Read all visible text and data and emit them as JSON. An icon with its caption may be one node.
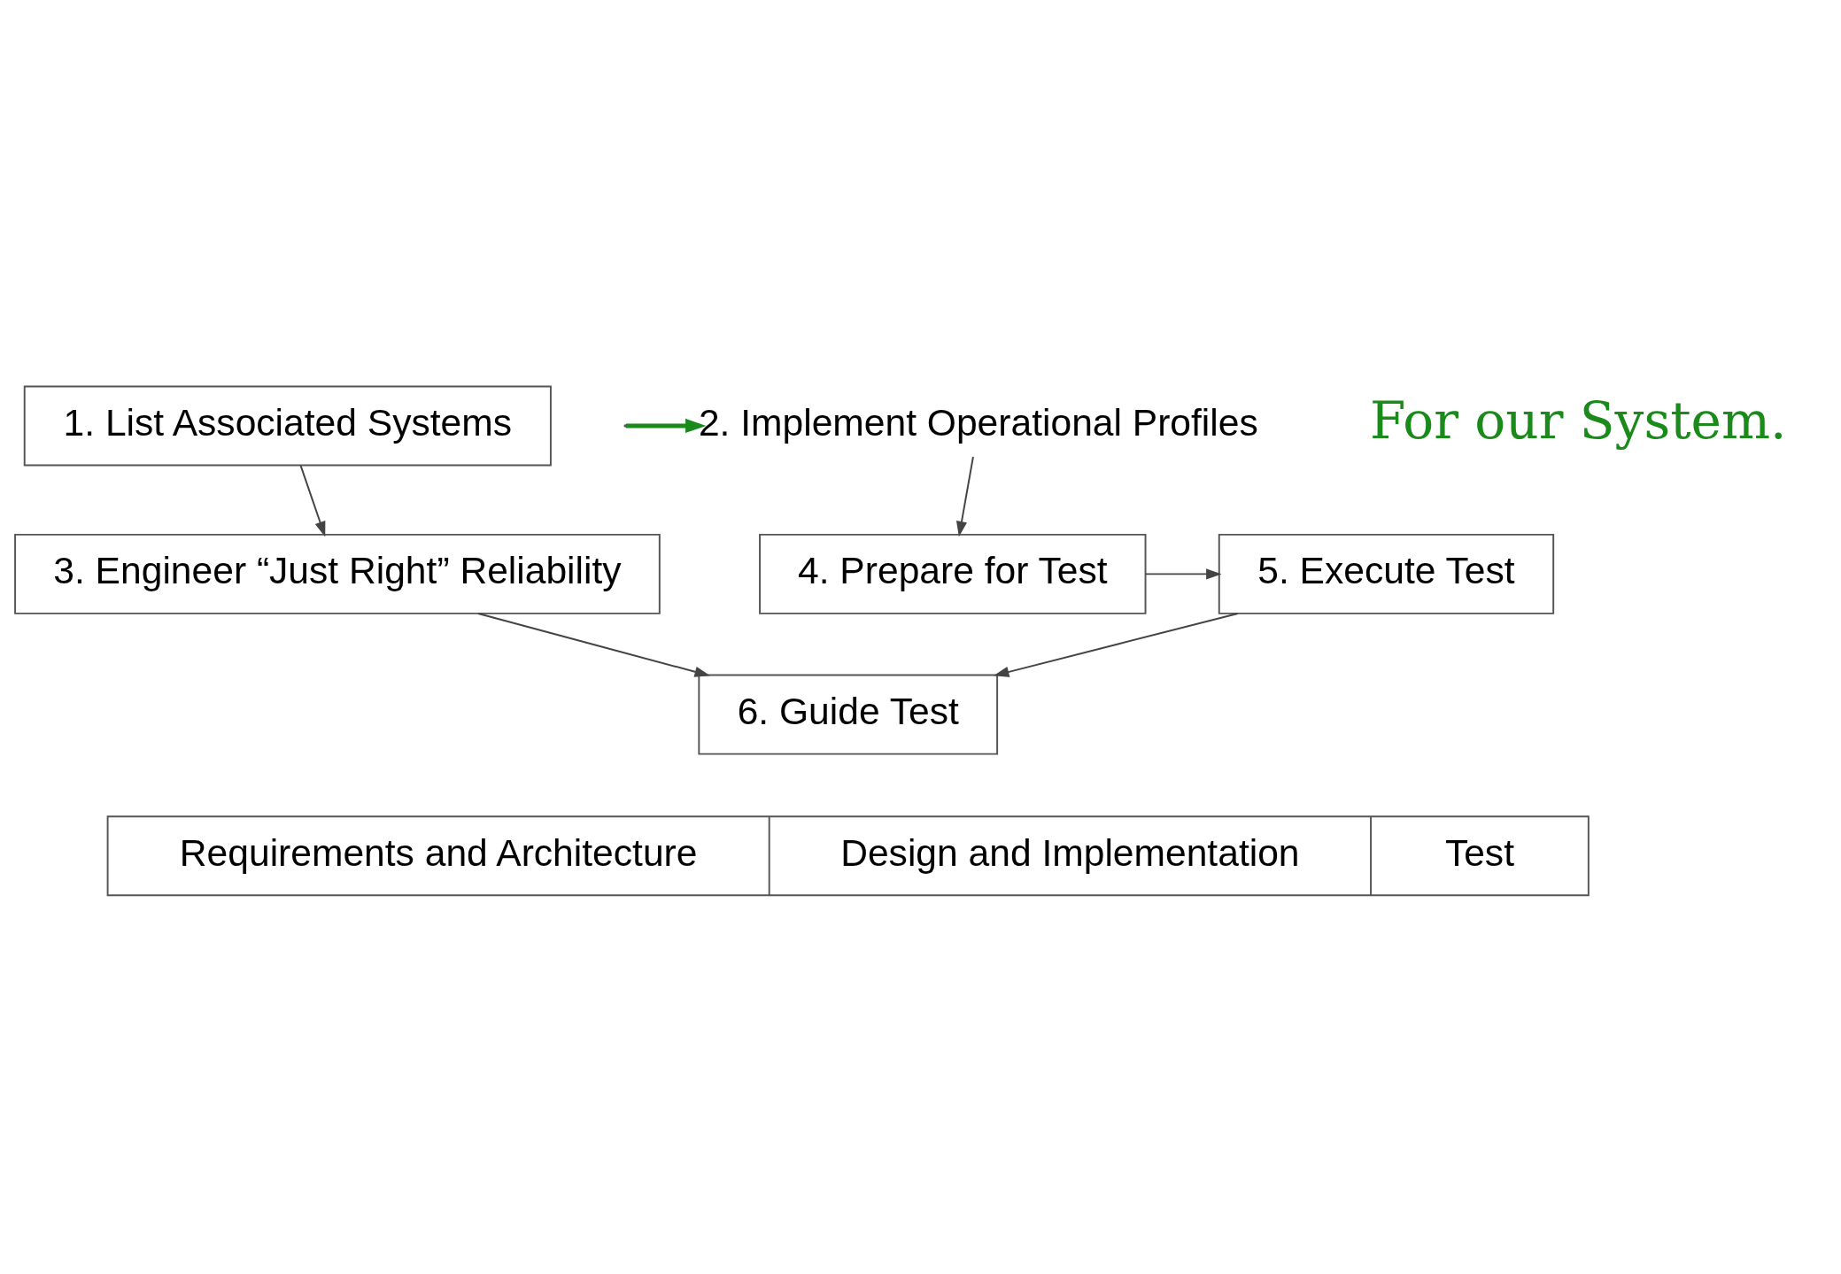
{
  "diagram": {
    "nodes": [
      {
        "text": [
          "1. List Associated Systems"
        ]
      },
      {
        "text": [
          "2. Implement Operational Profiles"
        ]
      },
      {
        "text": [
          "3. Engineer “Just Right” Reliability"
        ]
      },
      {
        "text": [
          "4. Prepare for Test"
        ]
      },
      {
        "text": [
          "5. Execute Test"
        ]
      },
      {
        "text": [
          "6. Guide Test"
        ]
      },
      {
        "text": [
          "Requirements and Architecture",
          "Design and Implementation",
          "Test"
        ]
      }
    ],
    "edges": [
      {
        "from": 0,
        "to": 2,
        "arrow": "to"
      },
      {
        "from": 1,
        "to": 3,
        "arrow": "to"
      },
      {
        "from": 3,
        "to": 4,
        "arrow": "to"
      },
      {
        "from": 4,
        "to": 5,
        "arrow": "to"
      },
      {
        "from": 2,
        "to": 5,
        "arrow": "to"
      },
      {
        "from": null,
        "to": 1,
        "arrow": "to",
        "color": "#1a8a1a"
      }
    ],
    "labels": [
      "For our System."
    ]
  }
}
